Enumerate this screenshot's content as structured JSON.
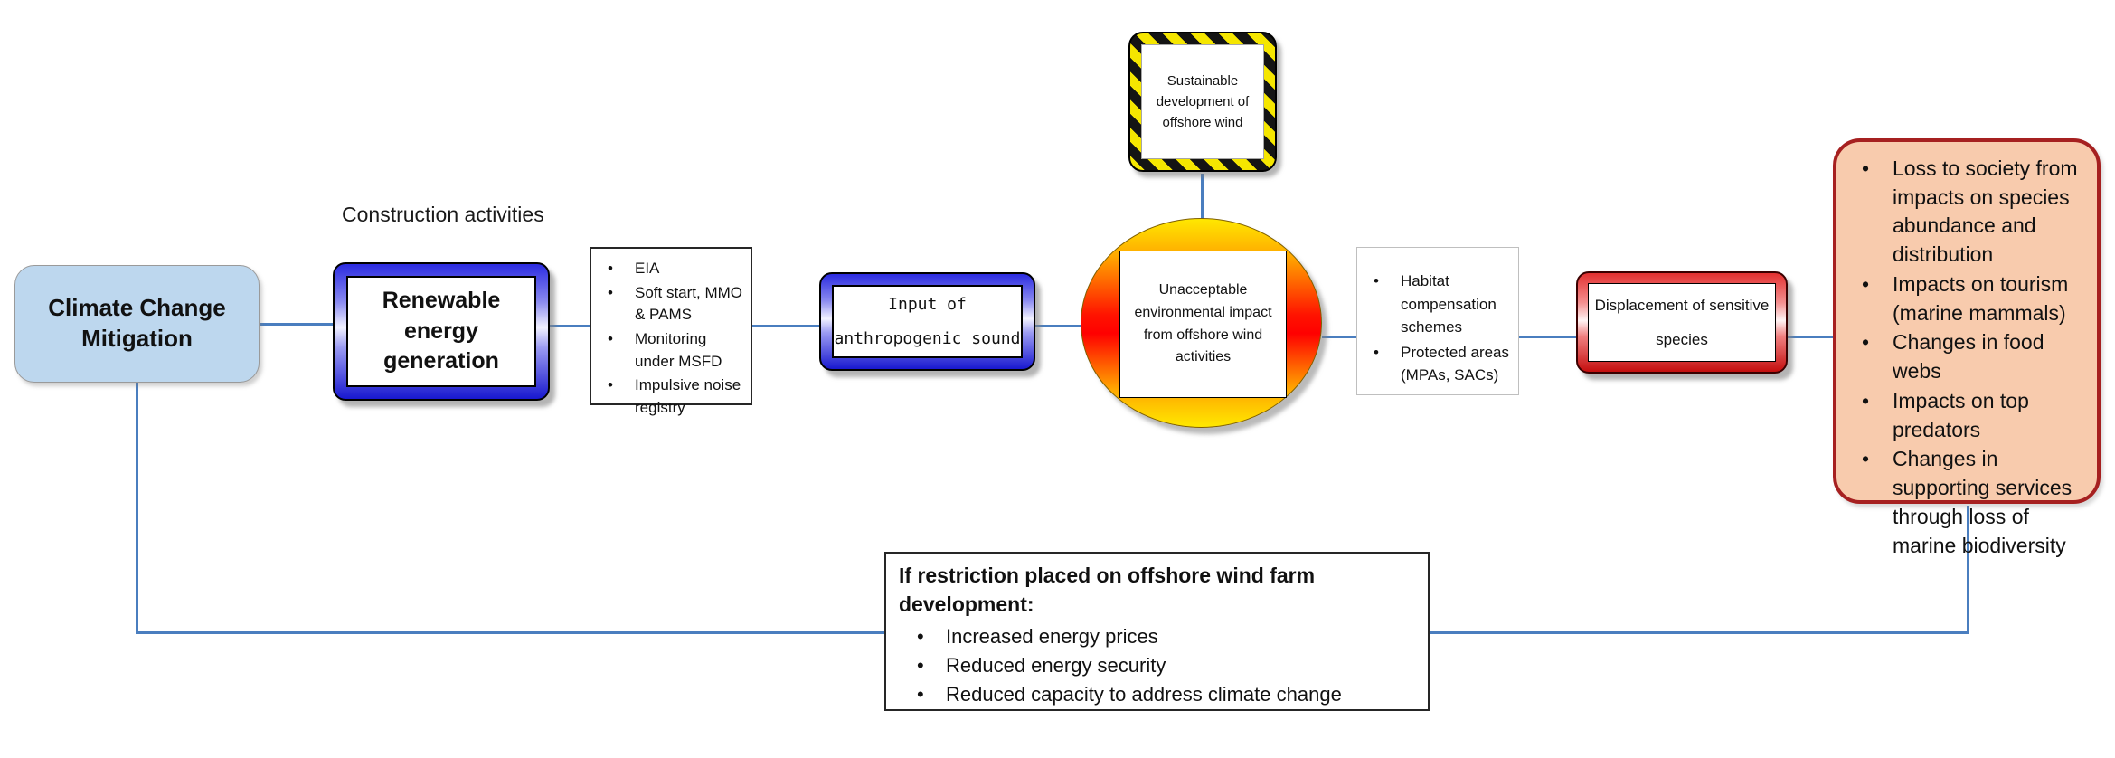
{
  "colors": {
    "connector": "#4A7EBF",
    "climate_fill": "#BDD7EE",
    "blue_accent": "#1F1FD6",
    "red_accent": "#C40E0E",
    "impact_gradient_center": "#FF0000",
    "impact_gradient_edge": "#FFE800",
    "hazard_yellow": "#F5E600",
    "hazard_black": "#141414",
    "outcome_fill": "#F8CBAD",
    "outcome_border": "#A62020"
  },
  "nodes": {
    "climate": {
      "label": "Climate Change Mitigation"
    },
    "construction_label": "Construction activities",
    "renewable": {
      "label": "Renewable energy generation"
    },
    "mitigation_measures": {
      "items": [
        "EIA",
        "Soft start, MMO & PAMS",
        "Monitoring under MSFD",
        "Impulsive noise registry"
      ]
    },
    "sound": {
      "label": "Input of anthropogenic sound"
    },
    "impact": {
      "label": "Unacceptable environmental impact from offshore wind activities"
    },
    "sustainable": {
      "label": "Sustainable development of offshore wind"
    },
    "compensation": {
      "items": [
        "Habitat compensation schemes",
        "Protected areas (MPAs, SACs)"
      ]
    },
    "displacement": {
      "label": "Displacement of sensitive species"
    },
    "societal_impacts": {
      "items": [
        "Loss to society from impacts on species abundance and distribution",
        "Impacts on tourism (marine mammals)",
        "Changes in food webs",
        "Impacts on top predators",
        "Changes in supporting services through loss of marine biodiversity"
      ]
    },
    "restriction": {
      "title": "If restriction placed on offshore wind farm development:",
      "items": [
        "Increased energy prices",
        "Reduced energy security",
        "Reduced capacity to address climate change"
      ]
    }
  }
}
